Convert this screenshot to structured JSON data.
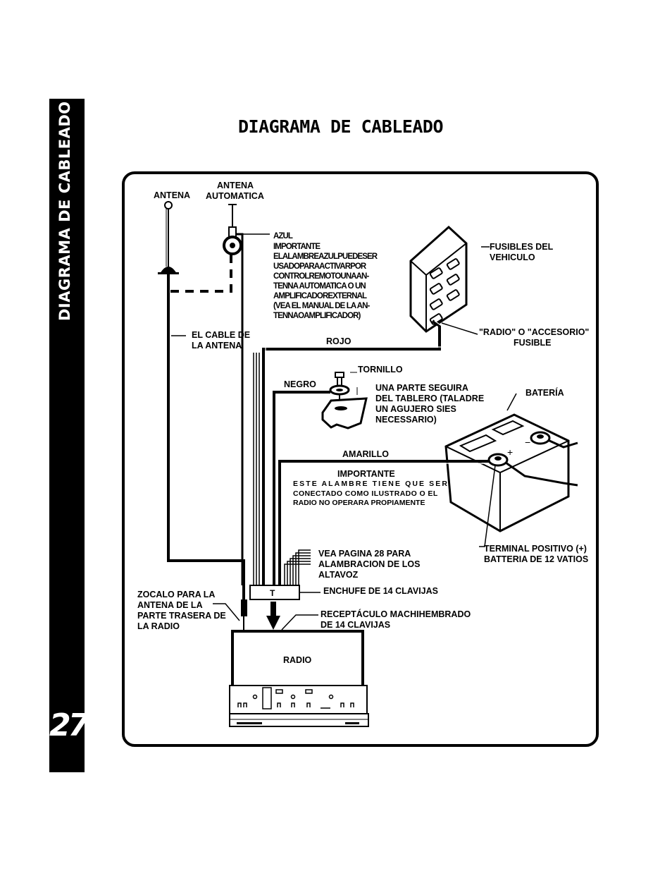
{
  "page": {
    "side_title": "DIAGRAMA DE CABLEADO",
    "page_number": "27",
    "title": "DIAGRAMA DE CABLEADO"
  },
  "labels": {
    "antena": "ANTENA",
    "antena_auto_1": "ANTENA",
    "antena_auto_2": "AUTOMATICA",
    "azul": "AZUL",
    "azul_note": [
      "IMPORTANTE",
      "ELALAMBREAZULPUEDESER",
      "USADOPARAACTIVARPOR",
      "CONTROLREMOTOUNAAN-",
      "TENNA AUTOMATICA O UN",
      "AMPLIFICADOREXTERNAL",
      "(VEA EL MANUAL DE LA AN-",
      "TENNAOAMPLIFICADOR)"
    ],
    "fusibles": [
      "FUSIBLES DEL",
      "VEHICULO"
    ],
    "radio_fusible": [
      "\"RADIO\" O \"ACCESORIO\"",
      "FUSIBLE"
    ],
    "cable_antena": [
      "EL CABLE DE",
      "LA ANTENA"
    ],
    "rojo": "ROJO",
    "tornillo": "TORNILLO",
    "negro": "NEGRO",
    "tablero": [
      "UNA PARTE SEGUIRA",
      "DEL TABLERO (TALADRE",
      "UN AGUJERO SIES",
      "NECESSARIO)"
    ],
    "bateria": "BATERÍA",
    "amarillo": "AMARILLO",
    "importante": "IMPORTANTE",
    "importante_note": [
      "ESTE ALAMBRE TIENE QUE SER",
      "CONECTADO COMO ILUSTRADO O EL",
      "RADIO NO OPERARA PROPIAMENTE"
    ],
    "terminal": [
      "TERMINAL POSITIVO (+)",
      "BATTERIA DE 12 VATIOS"
    ],
    "altavoz": [
      "VEA PAGINA 28 PARA",
      "ALAMBRACION DE LOS",
      "ALTAVOZ"
    ],
    "enchufe": "ENCHUFE DE 14 CLAVIJAS",
    "zocalo": [
      "ZOCALO PARA LA",
      "ANTENA DE LA",
      "PARTE TRASERA DE",
      "LA RADIO"
    ],
    "receptaculo": [
      "RECEPTÁCULO MACHIHEMBRADO",
      "DE 14 CLAVIJAS"
    ],
    "radio": "RADIO",
    "connector_mark": "T",
    "battery_plus": "+",
    "battery_minus": "−"
  }
}
